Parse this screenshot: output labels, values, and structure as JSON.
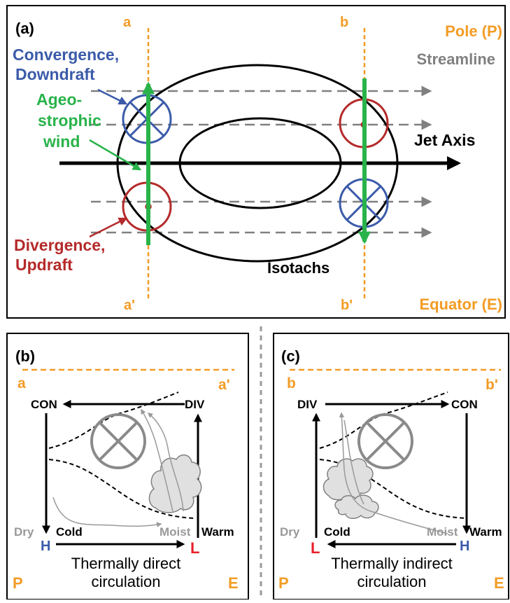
{
  "colors": {
    "orange": "#f39c25",
    "blue": "#3b5ba9",
    "red": "#b52a2a",
    "green": "#29b34a",
    "gray": "#808080",
    "black": "#000000",
    "red_bright": "#e8202a",
    "blue_bright": "#3b5ba9"
  },
  "panel_a": {
    "label": "(a)",
    "a": "a",
    "a_prime": "a'",
    "b": "b",
    "b_prime": "b'",
    "pole": "Pole (P)",
    "equator": "Equator (E)",
    "streamline": "Streamline",
    "jet_axis": "Jet Axis",
    "isotachs": "Isotachs",
    "convergence_1": "Convergence,",
    "convergence_2": "Downdraft",
    "ageo_1": "Ageo-",
    "ageo_2": "strophic",
    "ageo_3": "wind",
    "divergence_1": "Divergence,",
    "divergence_2": "Updraft"
  },
  "panel_b": {
    "label": "(b)",
    "left_letter": "a",
    "right_letter": "a'",
    "top_left": "CON",
    "top_right": "DIV",
    "dry": "Dry",
    "cold": "Cold",
    "moist": "Moist",
    "warm": "Warm",
    "bottom_left": "H",
    "bottom_right": "L",
    "caption_1": "Thermally direct",
    "caption_2": "circulation",
    "corner_left": "P",
    "corner_right": "E"
  },
  "panel_c": {
    "label": "(c)",
    "left_letter": "b",
    "right_letter": "b'",
    "top_left": "DIV",
    "top_right": "CON",
    "dry": "Dry",
    "cold": "Cold",
    "moist": "Moist",
    "warm": "Warm",
    "bottom_left": "L",
    "bottom_right": "H",
    "caption_1": "Thermally indirect",
    "caption_2": "circulation",
    "corner_left": "P",
    "corner_right": "E"
  }
}
